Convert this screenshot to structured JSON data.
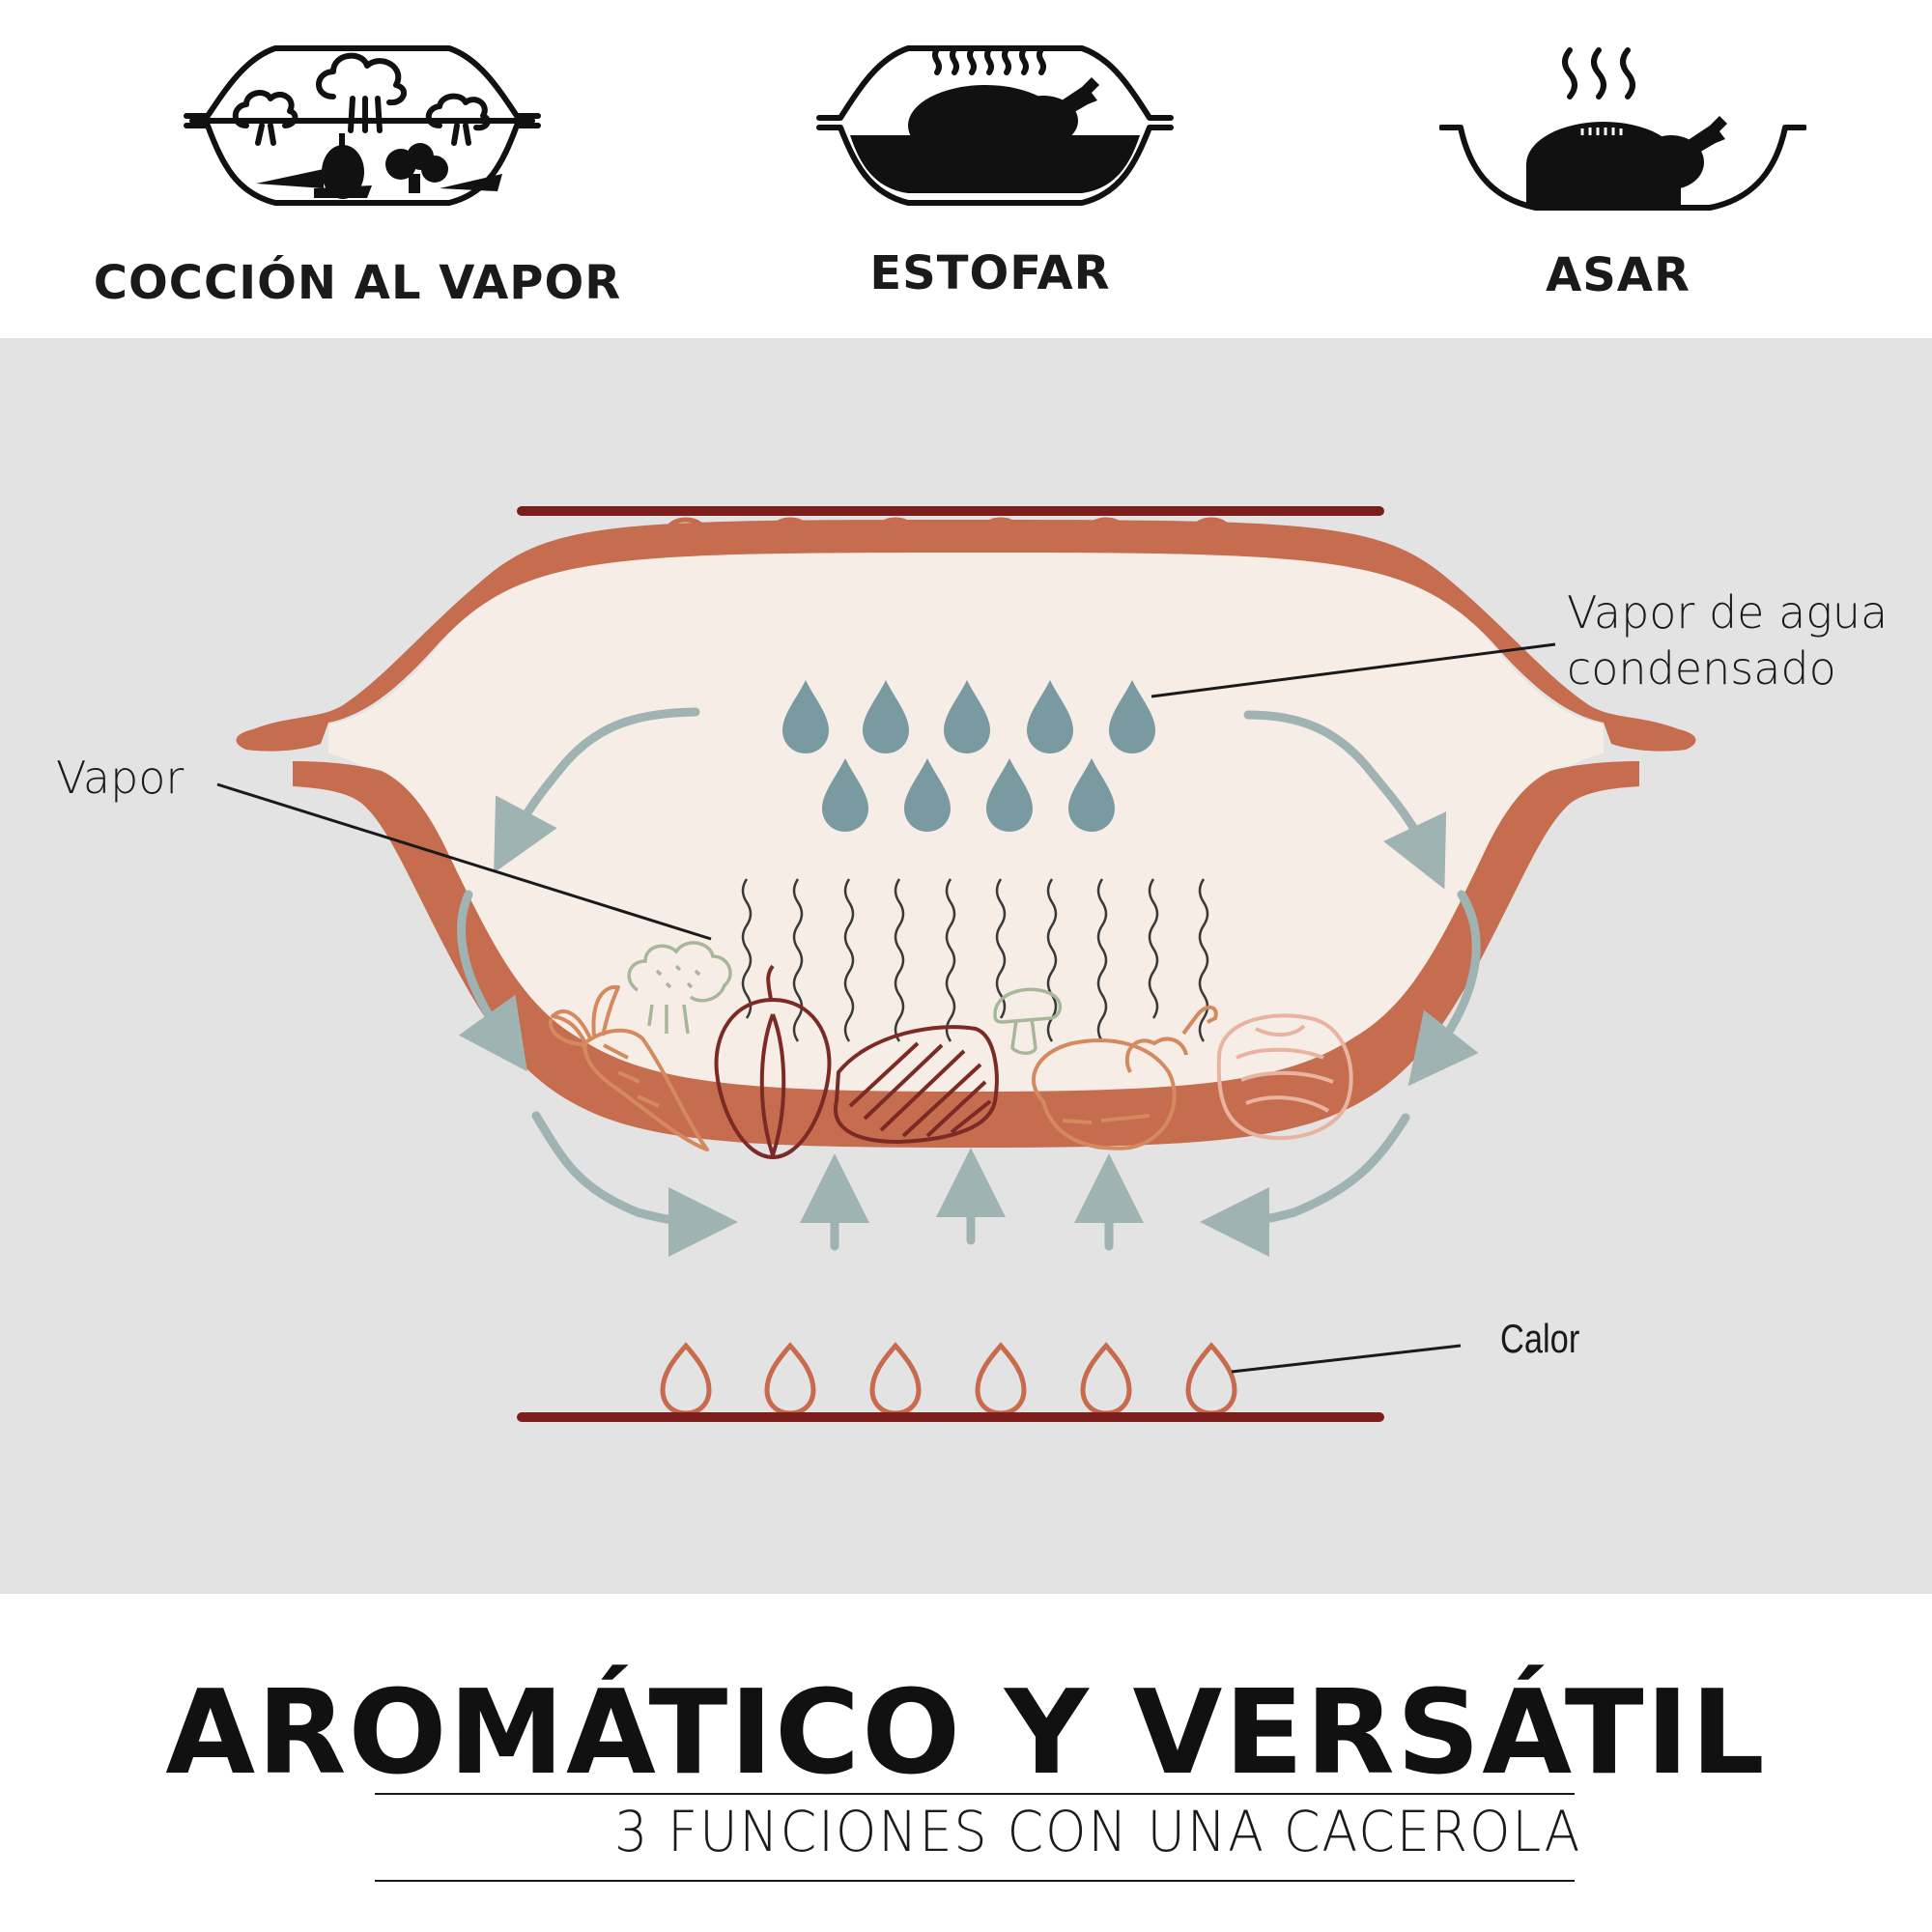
{
  "modes": [
    {
      "label": "COCCIÓN AL VAPOR",
      "icon": "steaming-pot-vegetables-icon"
    },
    {
      "label": "ESTOFAR",
      "icon": "stewing-pot-chicken-icon"
    },
    {
      "label": "ASAR",
      "icon": "roasting-pan-chicken-icon"
    }
  ],
  "diagram": {
    "labels": {
      "condensed": "Vapor de agua\ncondensado",
      "vapor": "Vapor",
      "heat": "Calor"
    },
    "colors": {
      "background": "#e3e3e3",
      "pot": "#c66c4f",
      "pot_interior": "#f6ede6",
      "heat_bar": "#7c1e1c",
      "flame": "#c86a4e",
      "drop": "#7a9aa2",
      "arrow": "#9fb3b3"
    }
  },
  "footer": {
    "headline": "AROMÁTICO Y VERSÁTIL",
    "subheadline": "3 FUNCIONES CON UNA CACEROLA"
  }
}
